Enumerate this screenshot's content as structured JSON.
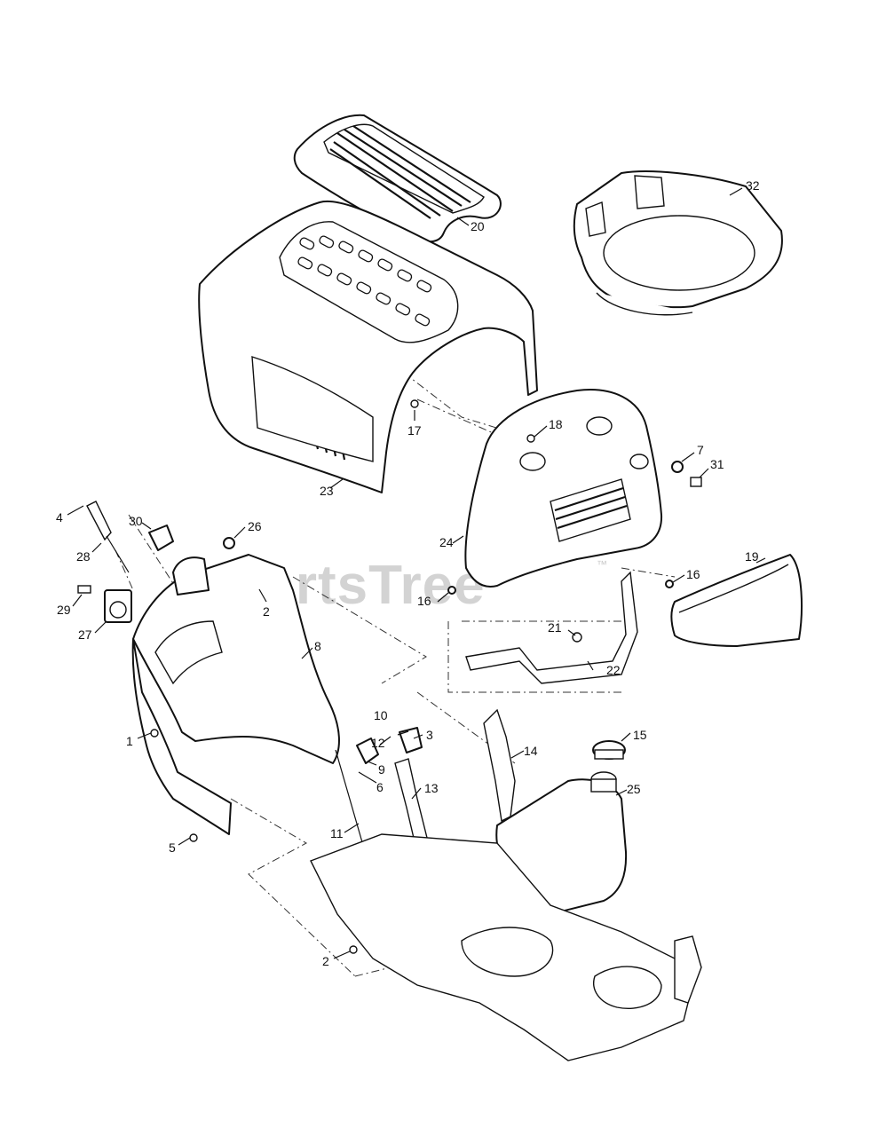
{
  "watermark": {
    "text": "PartsTree",
    "trademark": "™"
  },
  "callouts": {
    "c1": "1",
    "c2a": "2",
    "c2b": "2",
    "c3": "3",
    "c4": "4",
    "c5": "5",
    "c6": "6",
    "c7": "7",
    "c8": "8",
    "c9": "9",
    "c10": "10",
    "c11": "11",
    "c12": "12",
    "c13": "13",
    "c14": "14",
    "c15": "15",
    "c16a": "16",
    "c16b": "16",
    "c17": "17",
    "c18": "18",
    "c19": "19",
    "c20": "20",
    "c21": "21",
    "c22": "22",
    "c23": "23",
    "c24": "24",
    "c25": "25",
    "c26": "26",
    "c27": "27",
    "c28": "28",
    "c29": "29",
    "c30": "30",
    "c31": "31",
    "c32": "32"
  }
}
